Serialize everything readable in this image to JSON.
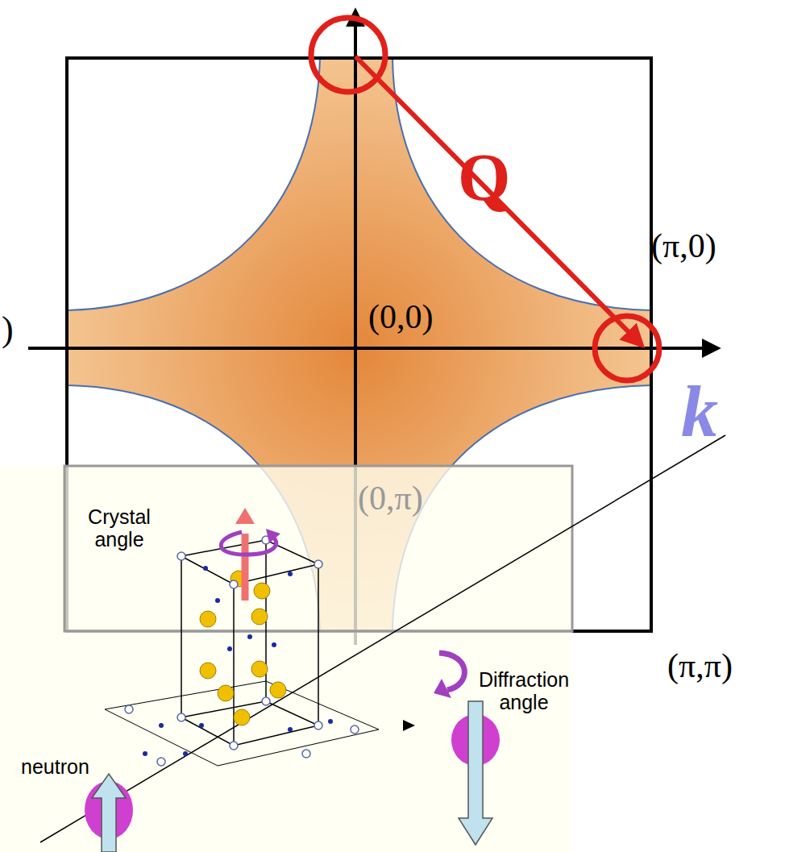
{
  "diagram": {
    "labels": [
      ")",
      "Q",
      "(π,0)",
      "(0,0)",
      "k",
      "Crystal angle",
      "(0,π)",
      "Diffraction angle",
      "(π,π)",
      "neutron"
    ]
  }
}
